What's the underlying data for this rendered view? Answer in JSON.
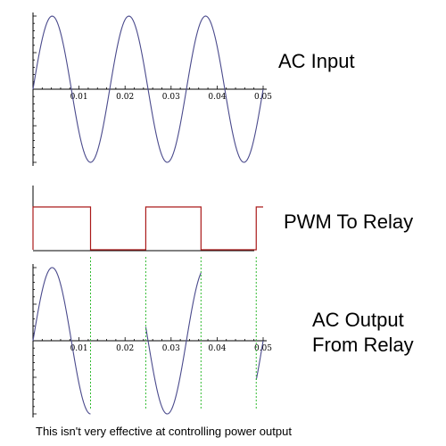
{
  "chart_data": [
    {
      "id": "ac-input",
      "type": "line",
      "title": "AC Input",
      "xlabel": "",
      "ylabel": "",
      "xlim": [
        0,
        0.05
      ],
      "ylim": [
        -1,
        1
      ],
      "x_ticks": [
        "0.01",
        "0.02",
        "0.03",
        "0.04",
        "0.05"
      ],
      "function": "sine",
      "frequency_hz": 60,
      "amplitude": 1,
      "line_color": "#4a4a8c",
      "grid": false
    },
    {
      "id": "pwm",
      "type": "line",
      "title": "PWM To Relay",
      "xlabel": "",
      "ylabel": "",
      "xlim": [
        0,
        0.05
      ],
      "ylim": [
        0,
        1
      ],
      "segments": [
        {
          "x_start": 0,
          "x_end": 0.0125,
          "value": 1
        },
        {
          "x_start": 0.0125,
          "x_end": 0.0245,
          "value": 0
        },
        {
          "x_start": 0.0245,
          "x_end": 0.0365,
          "value": 1
        },
        {
          "x_start": 0.0365,
          "x_end": 0.0485,
          "value": 0
        },
        {
          "x_start": 0.0485,
          "x_end": 0.05,
          "value": 1
        }
      ],
      "line_color": "#aa1a1a",
      "grid": false
    },
    {
      "id": "ac-output",
      "type": "line",
      "title": "AC Output From Relay",
      "title_lines": [
        "AC Output",
        "From Relay"
      ],
      "xlabel": "",
      "ylabel": "",
      "xlim": [
        0,
        0.05
      ],
      "ylim": [
        -1,
        1
      ],
      "x_ticks": [
        "0.01",
        "0.02",
        "0.03",
        "0.04",
        "0.05"
      ],
      "function": "sine",
      "frequency_hz": 60,
      "amplitude": 1,
      "on_intervals": [
        [
          0,
          0.0125
        ],
        [
          0.0245,
          0.0365
        ],
        [
          0.0485,
          0.05
        ]
      ],
      "transition_times": [
        0.0125,
        0.0245,
        0.0365,
        0.0485
      ],
      "line_color": "#4a4a8c",
      "marker_color": "#33bb33",
      "grid": false
    }
  ],
  "caption": "This isn't very effective at controlling power output"
}
